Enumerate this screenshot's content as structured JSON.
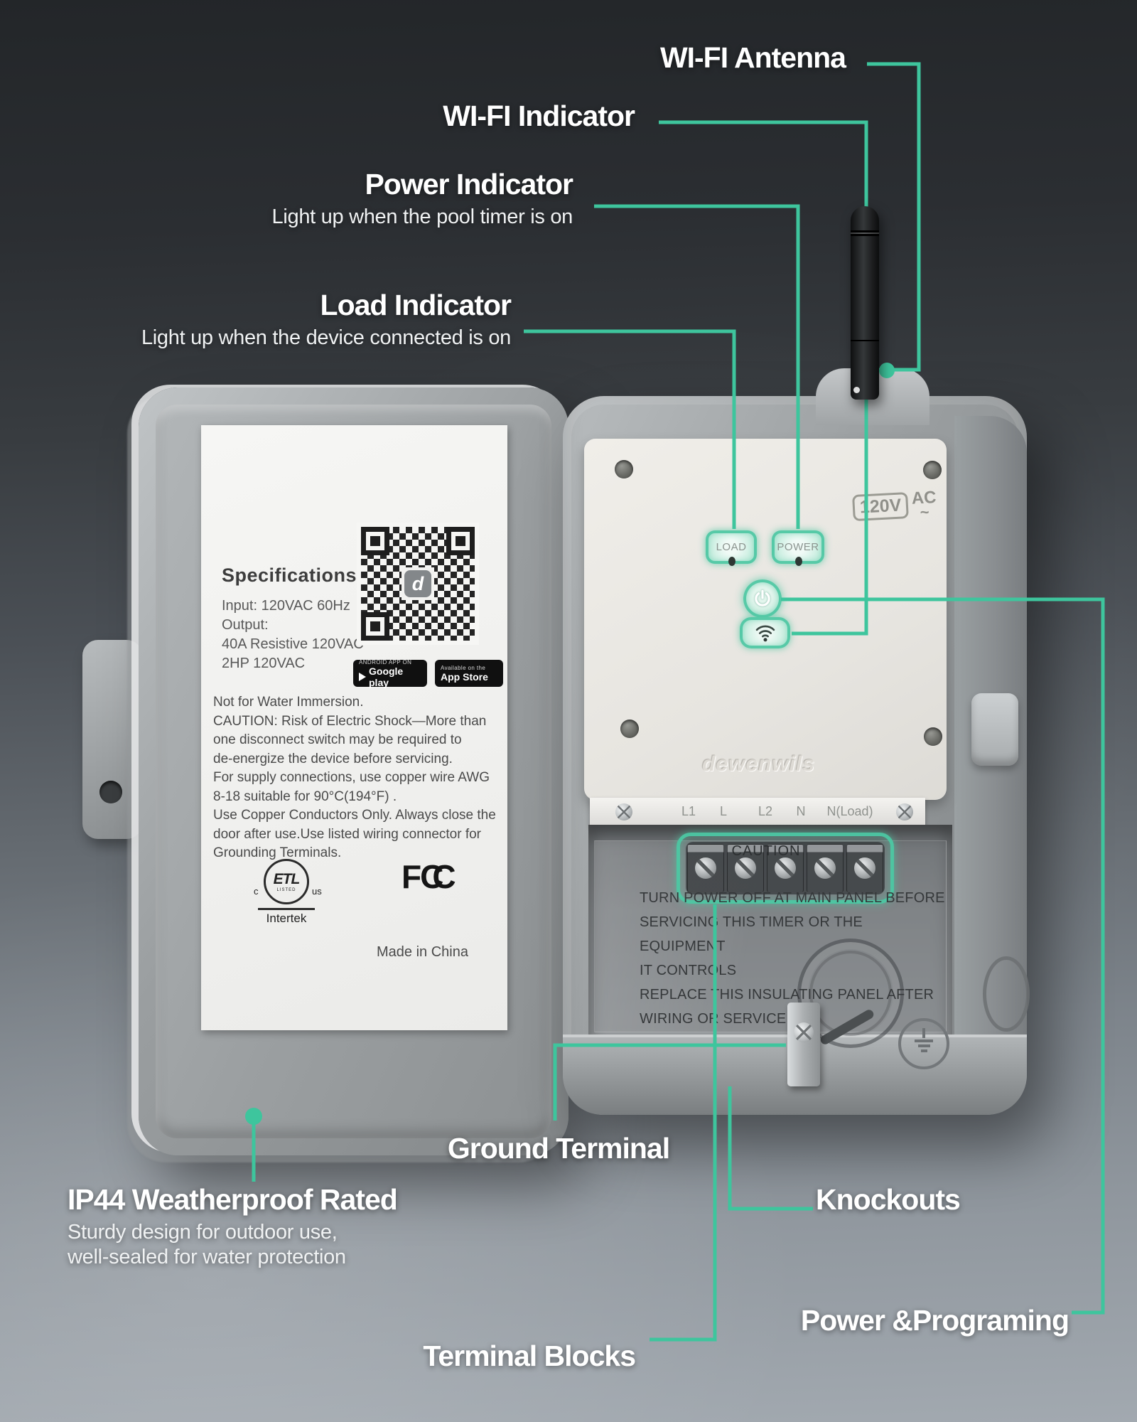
{
  "colors": {
    "accent": "#3ec59d"
  },
  "callouts": {
    "wifi_antenna": {
      "title": "WI-FI Antenna"
    },
    "wifi_indicator": {
      "title": "WI-FI Indicator"
    },
    "power_indicator": {
      "title": "Power Indicator",
      "subtitle": "Light up when the pool timer is on"
    },
    "load_indicator": {
      "title": "Load Indicator",
      "subtitle": "Light up when the device connected is on"
    },
    "ground_terminal": {
      "title": "Ground Terminal"
    },
    "ip44": {
      "title": "IP44 Weatherproof Rated",
      "subtitle1": "Sturdy design for outdoor use,",
      "subtitle2": "well-sealed for water protection"
    },
    "terminal_blocks": {
      "title": "Terminal Blocks"
    },
    "knockouts": {
      "title": "Knockouts"
    },
    "power_programing": {
      "title": "Power &Programing"
    }
  },
  "spec_label": {
    "heading": "Specifications",
    "lines": [
      "Input: 120VAC 60Hz",
      "Output:",
      "40A Resistive 120VAC",
      "2HP 120VAC"
    ],
    "para": [
      "Not for Water Immersion.",
      "CAUTION: Risk of Electric Shock—More than",
      "one disconnect switch may be required to",
      "de-energize the device before servicing.",
      "For supply connections, use copper wire AWG",
      "8-18 suitable for 90°C(194°F) .",
      "Use Copper Conductors Only. Always close the",
      "door after use.Use listed wiring connector for",
      "Grounding Terminals."
    ],
    "badges": {
      "google_top": "ANDROID APP ON",
      "google": "Google play",
      "apple_top": "Available on the",
      "apple": "App Store"
    },
    "etl": {
      "mark": "ETL",
      "c": "c",
      "us": "us",
      "listed": "LISTED",
      "intertek": "Intertek"
    },
    "fcc": {
      "f": "F",
      "c1": "C",
      "c2": "C"
    },
    "made_in": "Made in China",
    "qr_logo_letter": "d"
  },
  "panel": {
    "load": "LOAD",
    "power": "POWER",
    "voltage": "120V",
    "ac": "AC",
    "ac_wave": "~",
    "brand": "dewenwils",
    "terminals": [
      "L1",
      "L",
      "L2",
      "N",
      "N(Load)"
    ],
    "caution": "CAUTION",
    "warning_lines": [
      "TURN POWER OFF AT MAIN PANEL BEFORE",
      "SERVICING THIS TIMER OR THE EQUIPMENT",
      "IT CONTROLS",
      "REPLACE THIS INSULATING PANEL AFTER",
      "WIRING OR SERVICE"
    ]
  }
}
